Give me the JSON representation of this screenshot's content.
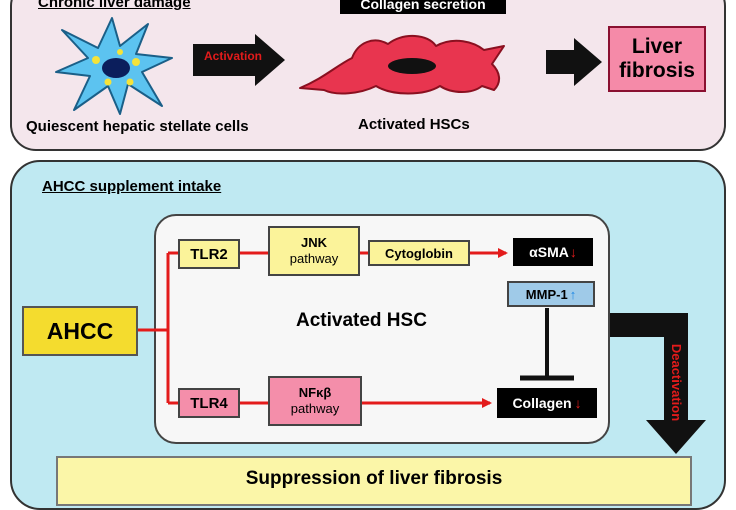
{
  "top": {
    "heading": "Chronic liver damage",
    "collagen_secretion": "Collagen secretion",
    "activation": "Activation",
    "quiescent_label": "Quiescent hepatic stellate cells",
    "activated_label": "Activated HSCs",
    "liver_line1": "Liver",
    "liver_line2": "fibrosis"
  },
  "bottom": {
    "heading": "AHCC supplement intake",
    "ahcc": "AHCC",
    "tlr2": "TLR2",
    "tlr4": "TLR4",
    "jnk": "JNK",
    "jnk_pathway": "pathway",
    "nfkb": "NFκβ",
    "nfkb_pathway": "pathway",
    "cytoglobin": "Cytoglobin",
    "asma": "αSMA",
    "mmp1": "MMP-1",
    "collagen": "Collagen",
    "activated_hsc": "Activated HSC",
    "deactivation": "Deactivation",
    "suppression": "Suppression of liver fibrosis"
  },
  "colors": {
    "arrow_red": "#e31b1b",
    "arrow_blue": "#1e88e5",
    "cell_blue": "#5cc3f0",
    "cell_red": "#e8354f",
    "liver_pink": "#f58aa8"
  },
  "icons": {
    "down_arrow_red": "red-down-arrow-icon",
    "up_arrow_blue": "blue-up-arrow-icon"
  }
}
